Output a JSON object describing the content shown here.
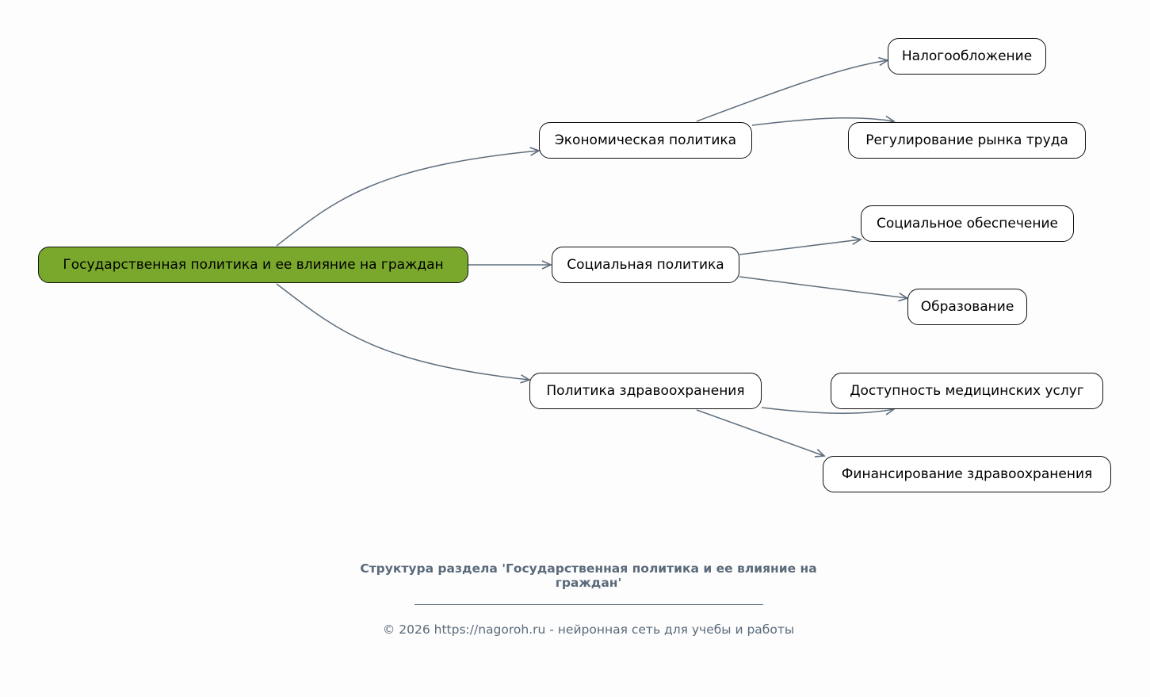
{
  "colors": {
    "root_fill": "#7aa82d",
    "edge": "#5f6e7d",
    "caption": "#5a6a7a"
  },
  "root": {
    "label": "Государственная политика и ее влияние на граждан"
  },
  "branches": [
    {
      "label": "Экономическая политика",
      "children": [
        "Налогообложение",
        "Регулирование рынка труда"
      ]
    },
    {
      "label": "Социальная политика",
      "children": [
        "Социальное обеспечение",
        "Образование"
      ]
    },
    {
      "label": "Политика здравоохранения",
      "children": [
        "Доступность медицинских услуг",
        "Финансирование здравоохранения"
      ]
    }
  ],
  "caption": {
    "title": "Структура раздела 'Государственная политика и ее влияние на граждан'",
    "footer": "© 2026 https://nagoroh.ru - нейронная сеть для учебы и работы"
  }
}
